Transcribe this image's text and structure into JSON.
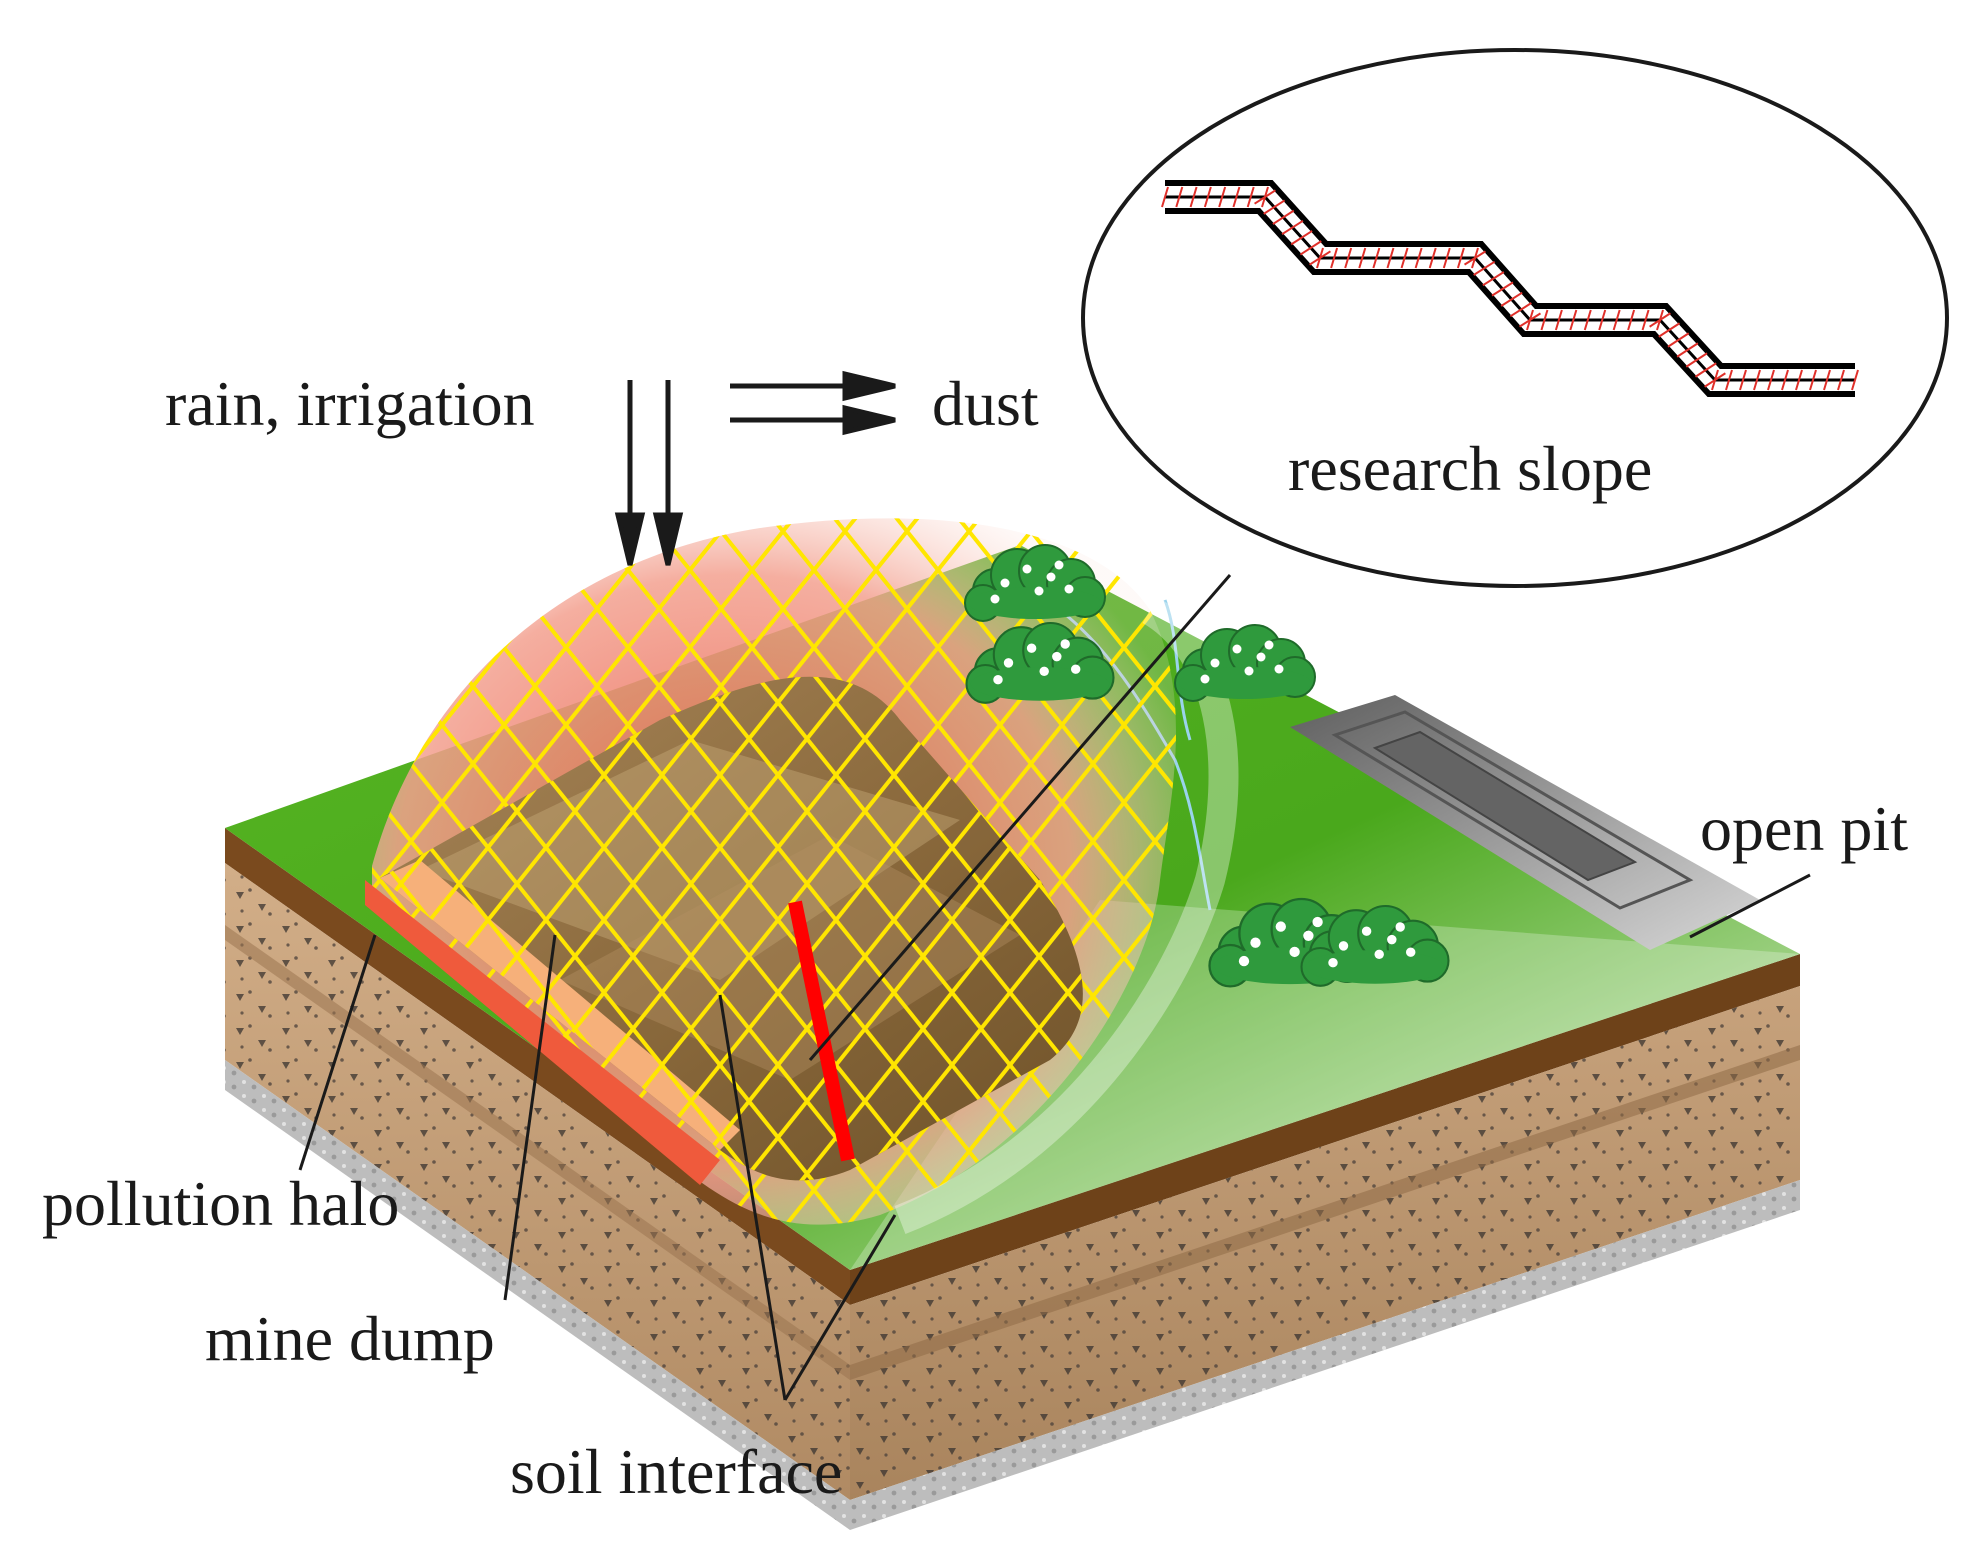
{
  "labels": {
    "rain": "rain, irrigation",
    "dust": "dust",
    "research_slope": "research slope",
    "open_pit": "open pit",
    "pollution_halo": "pollution halo",
    "mine_dump": "mine dump",
    "soil_interface": "soil interface"
  },
  "colors": {
    "grass": "#4fae1f",
    "grass_light": "#c9e9b8",
    "soil": "#c8a47e",
    "soil_dark": "#7a4a1e",
    "bedrock": "#c9c9c9",
    "halo": "#f08f7e",
    "grid": "#ffe600",
    "dump": "#8a6a3a",
    "research_line": "#ff0000",
    "pit": "#7d7d7d",
    "stream": "#8fd1e8",
    "shrub": "#2f9a3d"
  },
  "icons": {
    "shrub": "shrub-icon",
    "arrow": "arrow-icon"
  }
}
